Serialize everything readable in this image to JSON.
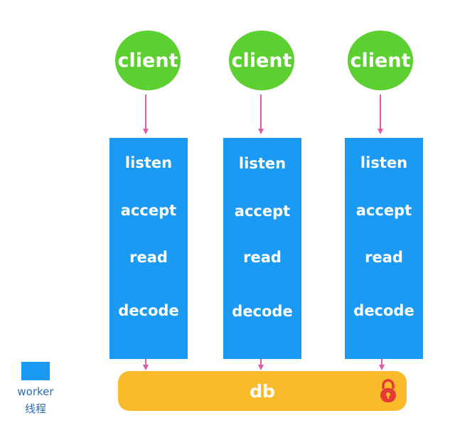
{
  "colors": {
    "client": "#5ccf31",
    "worker": "#1b9af4",
    "db": "#f9ba2c",
    "arrow": "#e05aa6",
    "lock": "#e53935"
  },
  "clients": [
    {
      "label": "client"
    },
    {
      "label": "client"
    },
    {
      "label": "client"
    }
  ],
  "workers": [
    {
      "steps": [
        "listen",
        "accept",
        "read",
        "decode"
      ]
    },
    {
      "steps": [
        "listen",
        "accept",
        "read",
        "decode"
      ]
    },
    {
      "steps": [
        "listen",
        "accept",
        "read",
        "decode"
      ]
    }
  ],
  "db": {
    "label": "db",
    "icon": "lock-icon"
  },
  "legend": {
    "label_line1": "worker",
    "label_line2": "线程"
  }
}
